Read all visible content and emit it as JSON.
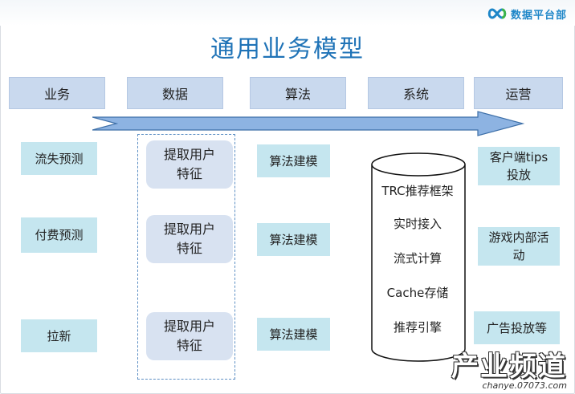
{
  "logo": {
    "text": "数据平台部",
    "accent": "#1e86c8",
    "icon": "infinity-icon"
  },
  "title": "通用业务模型",
  "headers": [
    "业务",
    "数据",
    "算法",
    "系统",
    "运营"
  ],
  "business": [
    "流失预测",
    "付费预测",
    "拉新"
  ],
  "features": [
    "提取用户\n特征",
    "提取用户\n特征",
    "提取用户\n特征"
  ],
  "algorithms": [
    "算法建模",
    "算法建模",
    "算法建模"
  ],
  "system_items": [
    "TRC推荐框架",
    "实时接入",
    "流式计算",
    "Cache存储",
    "推荐引擎"
  ],
  "operations": [
    "客户端tips\n投放",
    "游戏内部活\n动",
    "广告投放等"
  ],
  "watermark": {
    "main": "产业频道",
    "url": "chanye.07073.com"
  },
  "colors": {
    "header_fill": "#c9d9ee",
    "cyan_fill": "#c5e6ef",
    "feature_fill": "#d8e2f1",
    "arrow_fill": "#8db3e2",
    "title": "#1f73b7"
  }
}
